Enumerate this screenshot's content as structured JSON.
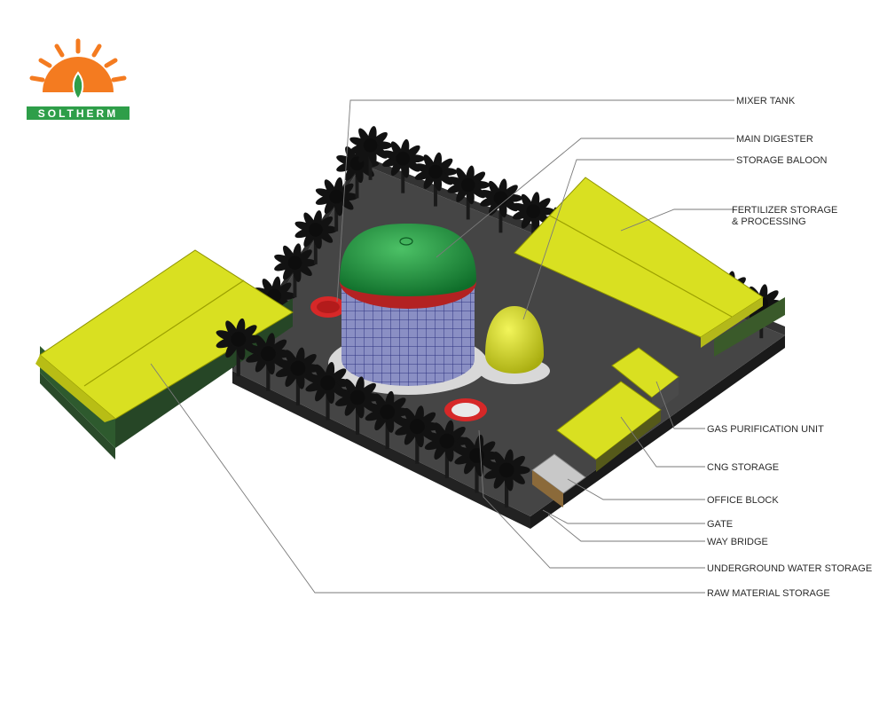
{
  "logo": {
    "text": "SOLTHERM",
    "colors": {
      "sun": "#f47b20",
      "banner": "#2e9e49",
      "leaf": "#2e9e49"
    }
  },
  "colors": {
    "ground": "#3f3f3f",
    "wall": "#2f2f2f",
    "roof": "#d9e021",
    "dome": "#1b8e3a",
    "tank_mesh": "#3a3f8a",
    "ring": "#d62828",
    "tree": "#141414"
  },
  "labels": {
    "mixer_tank": "MIXER TANK",
    "main_digester": "MAIN DIGESTER",
    "storage_baloon": "STORAGE BALOON",
    "fertilizer_1": "FERTILIZER STORAGE",
    "fertilizer_2": "& PROCESSING",
    "gas_purification": "GAS PURIFICATION UNIT",
    "cng_storage": "CNG STORAGE",
    "office_block": "OFFICE BLOCK",
    "gate": "GATE",
    "way_bridge": "WAY BRIDGE",
    "underground_water": "UNDERGROUND WATER STORAGE",
    "raw_material": "RAW MATERIAL STORAGE"
  }
}
